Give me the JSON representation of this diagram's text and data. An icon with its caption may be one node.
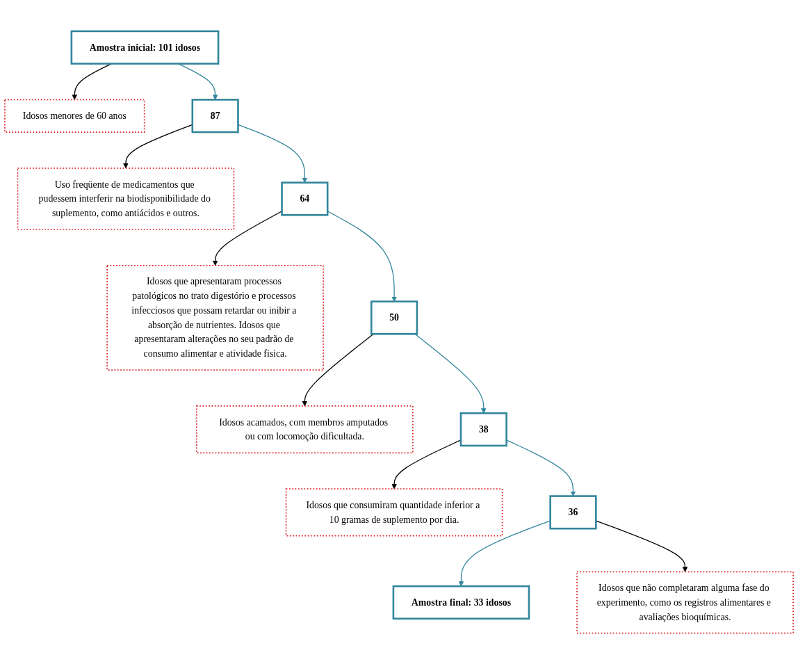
{
  "diagram": {
    "nodes": [
      {
        "text": [
          "Amostra inicial: 101 idosos"
        ]
      },
      {
        "text": [
          "Idosos menores de 60 anos"
        ]
      },
      {
        "text": [
          "87"
        ]
      },
      {
        "text": [
          "Uso freqüente de medicamentos que pudessem interferir na biodisponibilidade do suplemento, como antiácidos e outros."
        ]
      },
      {
        "text": [
          "Idosos que apresentaram processos patológicos no trato digestório e processos infecciosos que possam retardar ou inibir a absorção de nutrientes. Idosos que apresentaram alterações no seu padrão de consumo alimentar e atividade física."
        ]
      },
      {
        "text": [
          "64"
        ]
      },
      {
        "text": [
          "50"
        ]
      },
      {
        "text": [
          "Idosos acamados, com membros amputados ou com locomoção dificultada."
        ]
      },
      {
        "text": [
          "38"
        ]
      },
      {
        "text": [
          "Idosos que consumiram quantidade inferior a 10 gramas de suplemento por dia."
        ]
      },
      {
        "text": [
          "36"
        ]
      },
      {
        "text": [
          "Idosos que não completaram alguma fase do experimento, como os registros alimentares e avaliações bioquímicas."
        ]
      },
      {
        "text": [
          "Amostra final: 33 idosos"
        ]
      }
    ],
    "edges": [
      {
        "from": 0,
        "to": 2,
        "arrow": "to",
        "color": "#31859c"
      },
      {
        "from": 2,
        "to": 5,
        "arrow": "to",
        "color": "#31859c"
      },
      {
        "from": 5,
        "to": 6,
        "arrow": "to",
        "color": "#31859c"
      },
      {
        "from": 6,
        "to": 8,
        "arrow": "to",
        "color": "#31859c"
      },
      {
        "from": 8,
        "to": 10,
        "arrow": "to",
        "color": "#31859c"
      },
      {
        "from": 10,
        "to": 12,
        "arrow": "to",
        "color": "#31859c"
      },
      {
        "from": 0,
        "to": 1,
        "arrow": "to",
        "color": "#000000"
      },
      {
        "from": 2,
        "to": 3,
        "arrow": "to",
        "color": "#000000"
      },
      {
        "from": 5,
        "to": 4,
        "arrow": "to",
        "color": "#000000"
      },
      {
        "from": 6,
        "to": 7,
        "arrow": "to",
        "color": "#000000"
      },
      {
        "from": 8,
        "to": 9,
        "arrow": "to",
        "color": "#000000"
      },
      {
        "from": 10,
        "to": 11,
        "arrow": "to",
        "color": "#000000"
      }
    ]
  }
}
